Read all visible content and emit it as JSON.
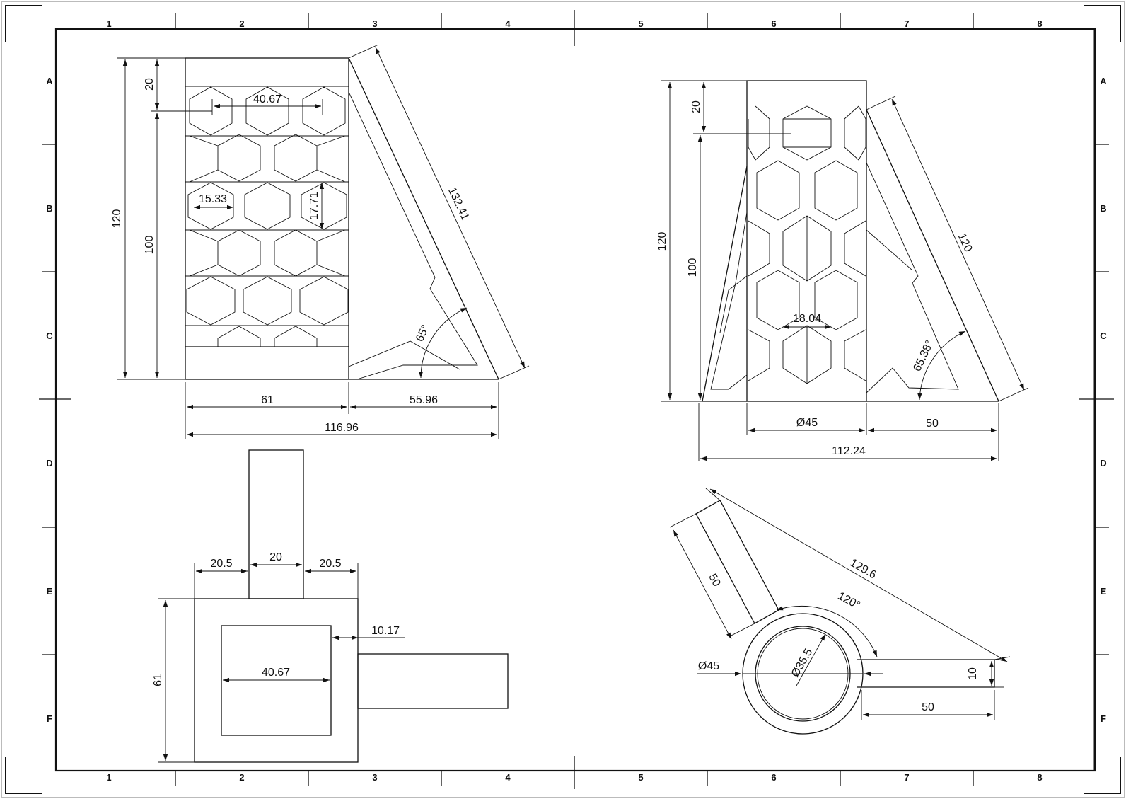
{
  "sheet": {
    "columns": [
      "1",
      "2",
      "3",
      "4",
      "5",
      "6",
      "7",
      "8"
    ],
    "rows": [
      "A",
      "B",
      "C",
      "D",
      "E",
      "F"
    ]
  },
  "views": {
    "front": {
      "d_height_total": "120",
      "d_top_band": "20",
      "d_body_height": "100",
      "d_hex_pitch": "40.67",
      "d_hex_width": "15.33",
      "d_hex_height": "17.71",
      "d_slant": "132.41",
      "d_angle": "65°",
      "d_width_body": "61",
      "d_width_leg": "55.96",
      "d_width_total": "116.96"
    },
    "side": {
      "d_height_total": "120",
      "d_top_band": "20",
      "d_body_height": "100",
      "d_leg_slant": "120",
      "d_hex_width": "18.04",
      "d_angle": "65.38°",
      "d_diameter": "Ø45",
      "d_leg": "50",
      "d_width_total": "112.24"
    },
    "plan": {
      "d_left": "20.5",
      "d_tab": "20",
      "d_right": "20.5",
      "d_height": "61",
      "d_wall": "10.17",
      "d_inner": "40.67"
    },
    "top": {
      "d_arm_upper": "50",
      "d_span": "129.6",
      "d_angle": "120°",
      "d_outer_dia": "Ø45",
      "d_inner_dia": "Ø35.5",
      "d_arm_thick": "10",
      "d_arm_len": "50"
    }
  }
}
